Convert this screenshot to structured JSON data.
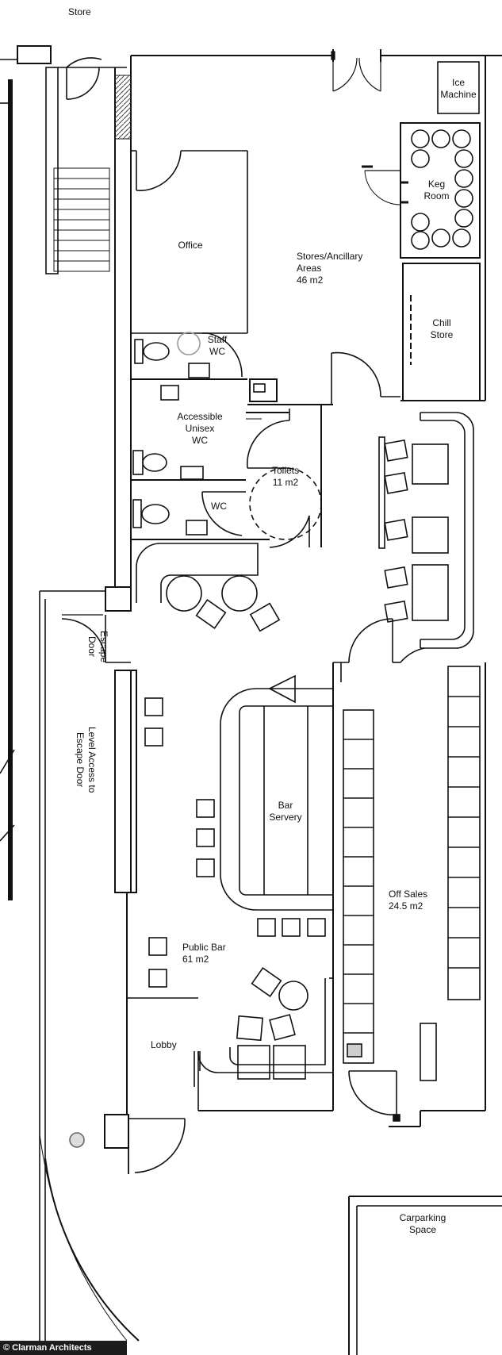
{
  "rooms": {
    "store": "Store",
    "ice_machine": "Ice\nMachine",
    "keg_room": "Keg\nRoom",
    "office": "Office",
    "stores_ancillary": "Stores/Ancillary\nAreas\n46 m2",
    "chill_store": "Chill\nStore",
    "staff_wc": "Staff\nWC",
    "accessible_wc": "Accessible\nUnisex\nWC",
    "toilets": "Toilets\n11 m2",
    "wc": "WC",
    "escape_door": "Escape\nDoor",
    "level_access": "Level Access to\nEscape Door",
    "bar_servery": "Bar\nServery",
    "off_sales": "Off Sales\n24.5 m2",
    "public_bar": "Public Bar\n61 m2",
    "lobby": "Lobby",
    "carparking": "Carparking\nSpace"
  },
  "credit": "© Clarman Architects"
}
